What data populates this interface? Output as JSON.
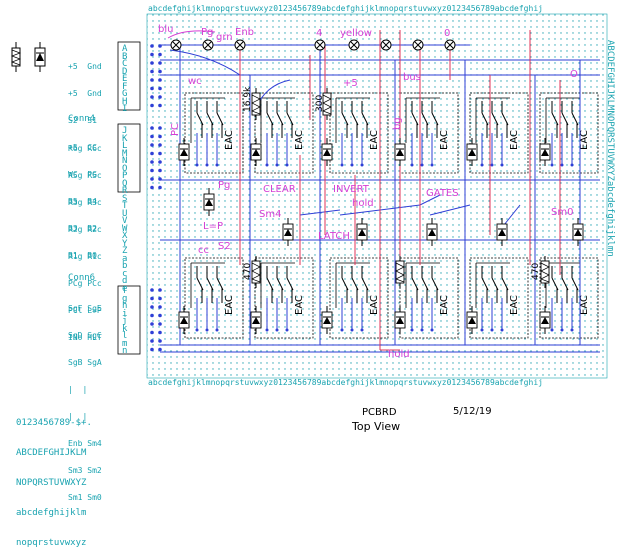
{
  "title_block": {
    "name": "PCBRD",
    "date": "5/12/19",
    "view": "Top View"
  },
  "font_sample": [
    "0123456789-$+.",
    "ABCDEFGHIJKLM",
    "NOPQRSTUVWXYZ",
    "abcdefghijklm",
    "nopqrstuvwxyz"
  ],
  "top_row_alphabet": "abcdefghijklmnopqrstuvwxyz0123456789abcdefghijklmnopqrstuvwxyz0123456789abcdefghij",
  "bottom_row_alphabet": "abcdefghijklmnopqrstuvwxyz0123456789abcdefghijklmnopqrstuvwxyz0123456789abcdefghij",
  "left_col_top": "ABCDEFGHI",
  "left_col_mid": "JKLMNOPQRSTUVWXYZabcde",
  "left_col_bot": "fghijklmn",
  "right_col": "ABCDEFGHIJKLMNOPQRSTUVWXYZabcdefghijklmn",
  "conn_labels": {
    "conn4": "Conn4",
    "conn6": "Conn6"
  },
  "connector_top": [
    "+5  Gnd",
    "+5  Gnd",
    "S2  S1",
    "+5  CC",
    "WC  PG",
    "B5  B4",
    "B3  B2",
    "B1  B0"
  ],
  "connector_mid": [
    "R6g R6c",
    "R5g R5c",
    "R3g R3c",
    "R2g R2c",
    "R1g R1c",
    "PCg PCc",
    "PCl L=P",
    "INo HLT"
  ],
  "connector_bot": [
    "SgF SgE",
    "SgD SgC",
    "SgB SgA",
    "|  |",
    "|  |",
    "Enb Sm4",
    "Sm3 Sm2",
    "Sm1 Sm0"
  ],
  "wire_labels": {
    "blu": "blu",
    "pg_top": "Pg",
    "grn": "grn",
    "enb": "Enb",
    "four": "4",
    "yellow": "yellow",
    "zero": "0",
    "wc": "wc",
    "plus5": "+5",
    "bus": "bus",
    "o": "O",
    "pc": "PC",
    "pg": "Pg",
    "lp": "L=P",
    "clear": "CLEAR",
    "invert": "INVERT",
    "gates": "GATES",
    "hold_mid": "hold",
    "sm4": "Sm4",
    "latch": "LATCH",
    "sm0": "Sm0",
    "cc": "cc",
    "s2": "S2",
    "hold_bot": "hold",
    "bg": "bg"
  },
  "resistor_labels": [
    "16.9k",
    "300",
    "470",
    "470"
  ],
  "relay_label": "EAC",
  "icons": [
    "resistor-icon",
    "diode-icon"
  ]
}
